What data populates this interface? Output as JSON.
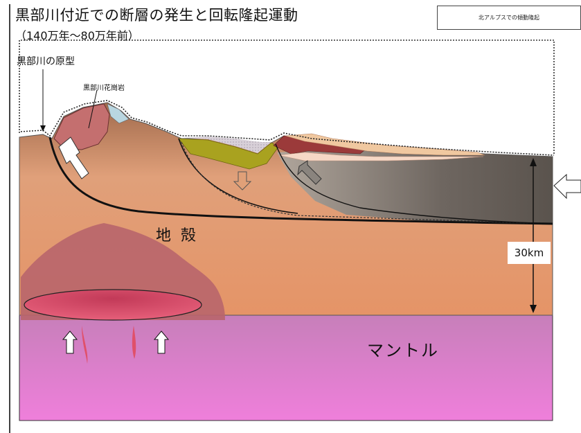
{
  "title": "黒部川付近での断層の発生と回転隆起運動",
  "subtitle": "（140万年〜80万年前）",
  "caption_box": "北アルプスでの傾動隆起",
  "labels": {
    "kurobe_prototype": "黒部川の原型",
    "kurobe_granite": "黒部川花崗岩",
    "crust": "地殻",
    "depth": "30km",
    "mantle": "マントル"
  },
  "colors": {
    "crust_top": "#a86f4f",
    "crust_bottom": "#e2956c",
    "mantle_top": "#c87fb8",
    "mantle_bottom": "#ee7ed8",
    "granite": "#c06a6a",
    "magma": "#d4435f",
    "fault_block": "#7a7068",
    "olive_layer": "#a8a020"
  }
}
